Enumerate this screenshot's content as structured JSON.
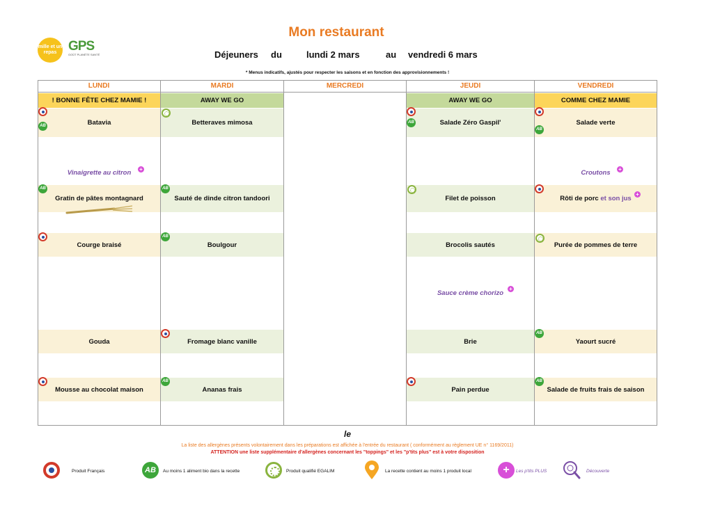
{
  "header": {
    "title": "Mon restaurant",
    "line_prefix": "Déjeuners",
    "from_word": "du",
    "from_date": "lundi 2 mars",
    "to_word": "au",
    "to_date": "vendredi 6 mars",
    "note": "* Menus indicatifs, ajustés pour respecter les saisons et en fonction des approvisionnements !",
    "logo1_text": "mille et un repas",
    "logo2_text": "GPS",
    "logo2_sub": "GOÛT PLANÈTE SANTÉ"
  },
  "days": [
    "LUNDI",
    "MARDI",
    "MERCREDI",
    "JEUDI",
    "VENDREDI"
  ],
  "themes": {
    "lundi": "! BONNE FÊTE CHEZ MAMIE !",
    "mardi": "AWAY WE GO",
    "jeudi": "AWAY WE GO",
    "vendredi": "COMME CHEZ MAMIE"
  },
  "menu": {
    "lundi": {
      "entree": "Batavia",
      "entree_extra": "Vinaigrette au citron",
      "plat": "Gratin de pâtes montagnard",
      "accomp": "Courge braisé",
      "fromage": "Gouda",
      "dessert": "Mousse au chocolat maison"
    },
    "mardi": {
      "entree": "Betteraves mimosa",
      "plat": "Sauté de dinde citron tandoori",
      "accomp": "Boulgour",
      "fromage": "Fromage blanc vanille",
      "dessert": "Ananas frais"
    },
    "jeudi": {
      "entree": "Salade Zéro Gaspil'",
      "plat": "Filet de poisson",
      "accomp": "Brocolis sautés",
      "accomp_extra": "Sauce crème chorizo",
      "fromage": "Brie",
      "dessert": "Pain perdue"
    },
    "vendredi": {
      "entree": "Salade verte",
      "entree_extra": "Croutons",
      "plat": "Rôti de porc",
      "plat_extra": "et son jus",
      "accomp": "Purée de pommes de terre",
      "fromage": "Yaourt sucré",
      "dessert": "Salade de fruits frais de saison"
    }
  },
  "footer": {
    "le": "le",
    "info1": "La liste des allergènes présents volontairement dans les préparations est affichée à l'entrée du restaurant ( conformément au règlement UE n° 1169/2011)",
    "info2": "ATTENTION une liste supplémentaire d'allergènes concernant les \"toppings\" et les \"p'tits plus\" est à votre disposition"
  },
  "legend": [
    {
      "icon": "french-product-icon",
      "label": "Produit Français"
    },
    {
      "icon": "organic-ab-icon",
      "label": "Au moins 1 aliment bio dans la recette"
    },
    {
      "icon": "egalim-icon",
      "label": "Produit qualifié EGALIM"
    },
    {
      "icon": "local-product-icon",
      "label": "La recette contient au moins 1 produit local"
    },
    {
      "icon": "ptits-plus-icon",
      "label": "Les p'tits PLUS"
    },
    {
      "icon": "discovery-icon",
      "label": "Découverte"
    }
  ],
  "colors": {
    "accent_orange": "#e97b23",
    "theme_yellow": "#fcd55a",
    "theme_green": "#c4d99b",
    "row_yellow": "#faf1d7",
    "row_green": "#ebf1dd",
    "purple": "#7a4fa6",
    "red": "#d4231f"
  }
}
